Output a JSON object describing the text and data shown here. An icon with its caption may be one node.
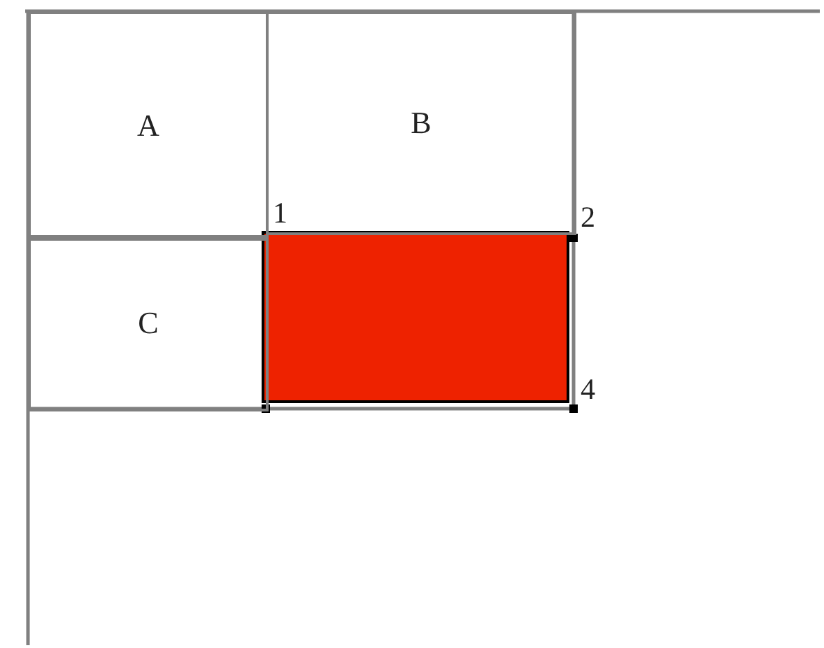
{
  "diagram": {
    "nodes": [
      {
        "text": [
          "A"
        ]
      },
      {
        "text": [
          "B"
        ]
      },
      {
        "text": [
          "C"
        ]
      },
      {
        "text": [],
        "shape": "box"
      }
    ],
    "labels": [
      "1",
      "2",
      "4"
    ]
  }
}
